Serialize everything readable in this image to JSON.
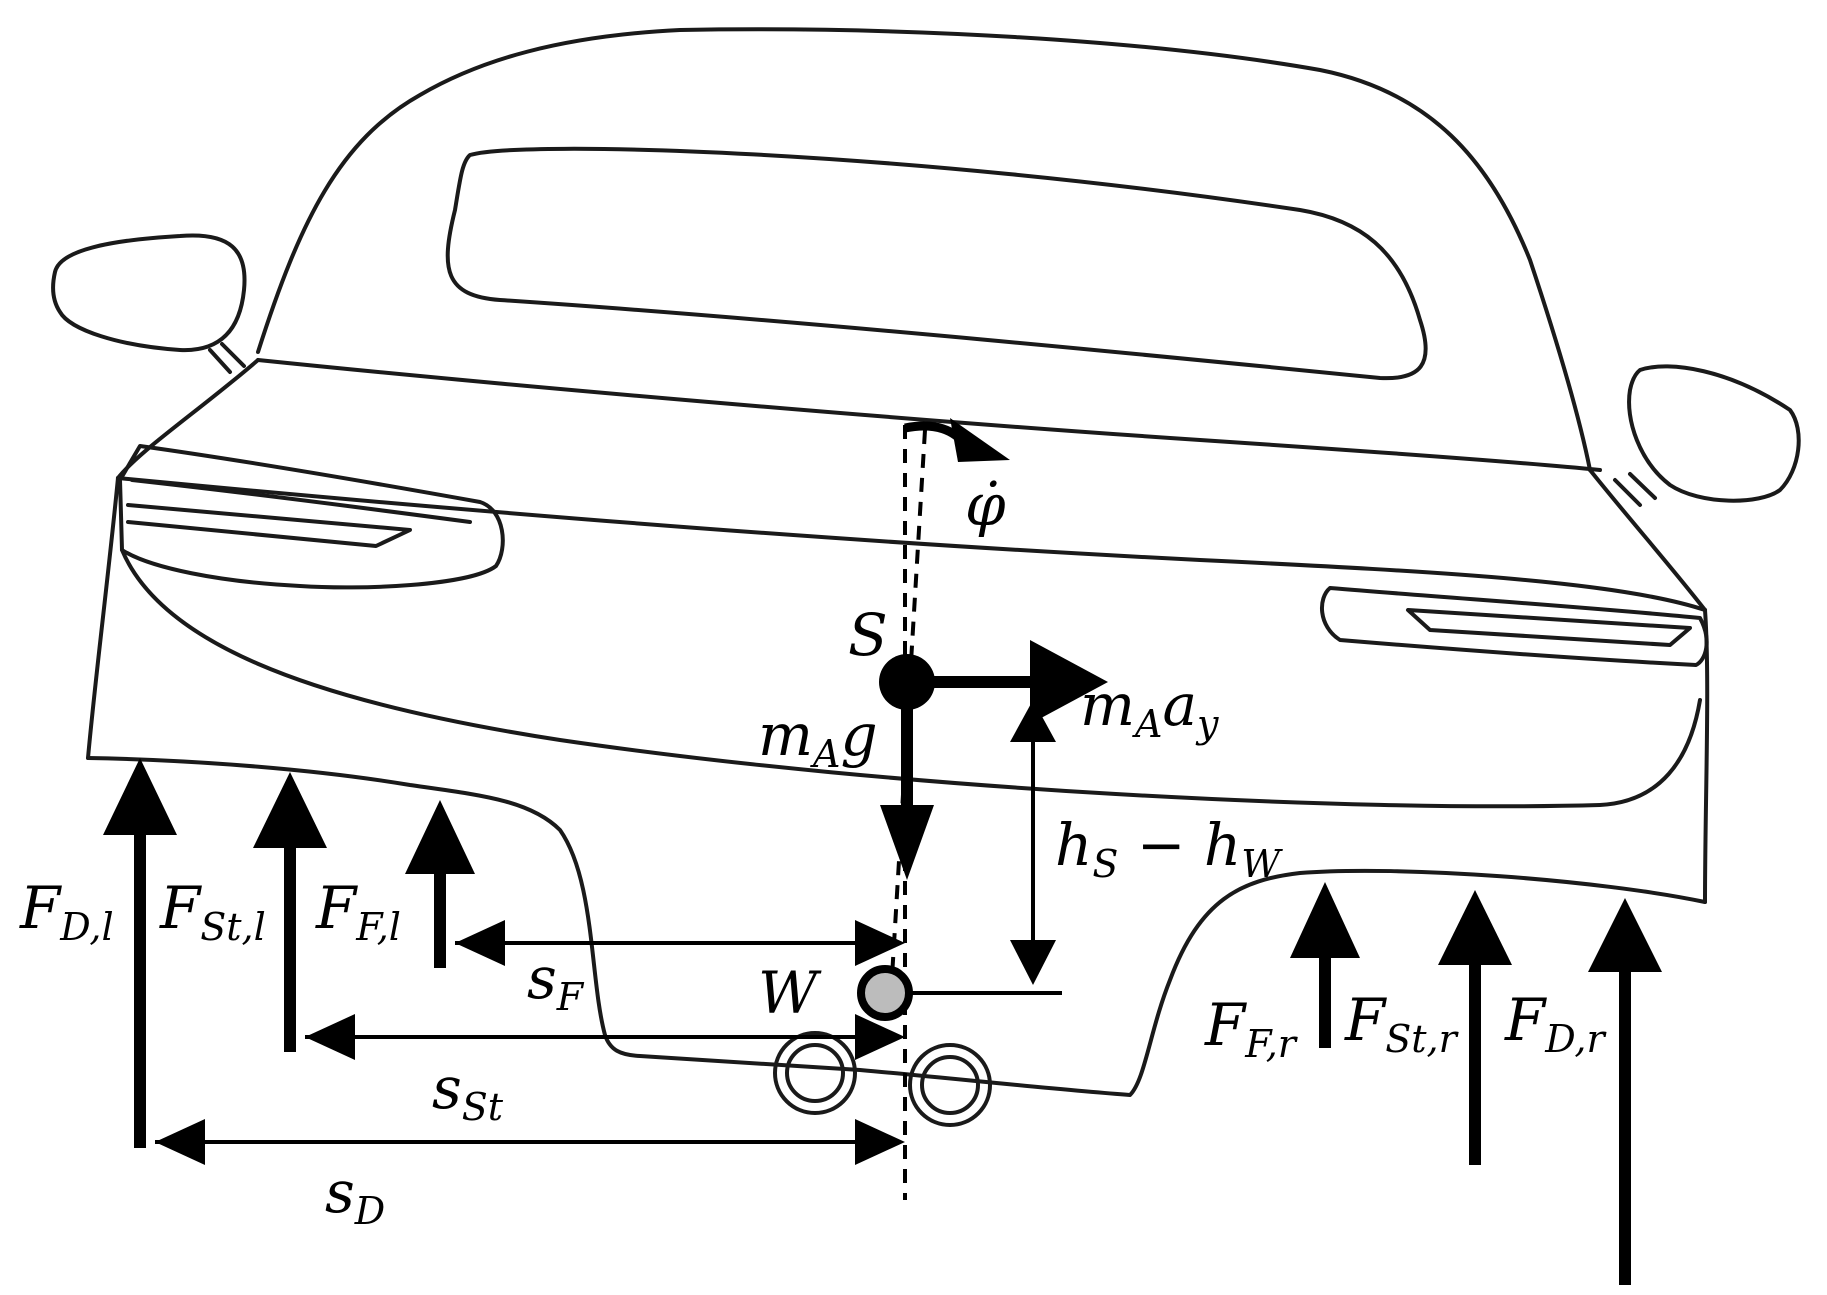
{
  "labels": {
    "S": "S",
    "W": "W",
    "phi_dot": "φ̇",
    "mAg": {
      "base": "m",
      "sub": "A",
      "tail": "g"
    },
    "mAay": {
      "base": "m",
      "sub": "A",
      "mid": "a",
      "sub2": "y"
    },
    "hS_hW": {
      "h1": "h",
      "s1": "S",
      "minus": " − ",
      "h2": "h",
      "s2": "W"
    },
    "F_D_l": {
      "base": "F",
      "sub": "D,l"
    },
    "F_St_l": {
      "base": "F",
      "sub": "St,l"
    },
    "F_F_l": {
      "base": "F",
      "sub": "F,l"
    },
    "F_F_r": {
      "base": "F",
      "sub": "F,r"
    },
    "F_St_r": {
      "base": "F",
      "sub": "St,r"
    },
    "F_D_r": {
      "base": "F",
      "sub": "D,r"
    },
    "s_F": {
      "base": "s",
      "sub": "F"
    },
    "s_St": {
      "base": "s",
      "sub": "St"
    },
    "s_D": {
      "base": "s",
      "sub": "D"
    }
  },
  "colors": {
    "outline": "#1a1a1a",
    "arrows": "#000000",
    "point_W": "#bcbcbc"
  }
}
